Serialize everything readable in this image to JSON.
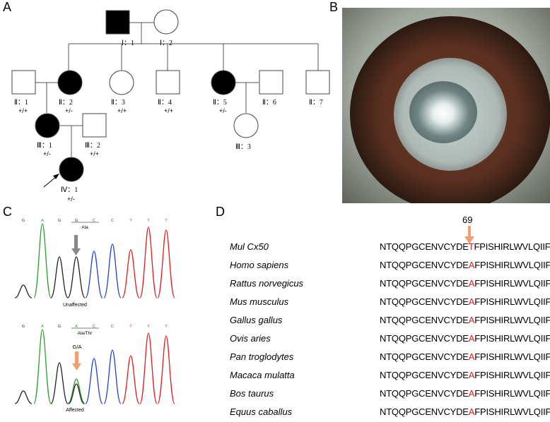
{
  "panels": {
    "a": "A",
    "b": "B",
    "c": "C",
    "d": "D"
  },
  "pedigree": {
    "I1": "Ⅰ：1",
    "I2": "Ⅰ：2",
    "II1": "Ⅱ：1",
    "II1g": "+/+",
    "II2": "Ⅱ：2",
    "II2g": "+/-",
    "II3": "Ⅱ：3",
    "II3g": "+/+",
    "II4": "Ⅱ：4",
    "II4g": "+/+",
    "II5": "Ⅱ：5",
    "II5g": "+/-",
    "II6": "Ⅱ：6",
    "II7": "Ⅱ：7",
    "III1": "Ⅲ：1",
    "III1g": "+/-",
    "III2": "Ⅲ：2",
    "III2g": "+/+",
    "III3": "Ⅲ：3",
    "IV1": "Ⅳ：1",
    "IV1g": "+/-"
  },
  "chromatogram": {
    "top_bases": [
      "G",
      "A",
      "G",
      "G",
      "C",
      "C",
      "T",
      "T",
      "T"
    ],
    "top_codon": "Ala",
    "top_caption": "Unaffected",
    "bottom_bases": [
      "G",
      "A",
      "G",
      "A",
      "C",
      "C",
      "T",
      "T",
      "T"
    ],
    "bottom_codon": "Ala/Thr",
    "bottom_marker": "G/A",
    "bottom_caption": "Affected",
    "colors": {
      "G": "#222222",
      "A": "#2ca02c",
      "C": "#1f3fdd",
      "T": "#e41a1c"
    }
  },
  "alignment": {
    "position_label": "69",
    "rows": [
      {
        "species": "Mul Cx50",
        "pre": "NTQQPGCENVCYDE",
        "aa": "T",
        "post": "FPISHIRLWVLQIIF"
      },
      {
        "species": "Homo sapiens",
        "pre": "NTQQPGCENVCYDE",
        "aa": "A",
        "post": "FPISHIRLWVLQIIF"
      },
      {
        "species": "Rattus norvegicus",
        "pre": "NTQQPGCENVCYDE",
        "aa": "A",
        "post": "FPISHIRLWVLQIIF"
      },
      {
        "species": "Mus musculus",
        "pre": "NTQQPGCENVCYDE",
        "aa": "A",
        "post": "FPISHIRLWVLQIIF"
      },
      {
        "species": "Gallus gallus",
        "pre": "NTQQPGCENVCYDE",
        "aa": "A",
        "post": "FPISHIRLWVLQIIF"
      },
      {
        "species": "Ovis aries",
        "pre": "NTQQPGCENVCYDE",
        "aa": "A",
        "post": "FPISHIRLWVLQIIF"
      },
      {
        "species": "Pan troglodytes",
        "pre": "NTQQPGCENVCYDE",
        "aa": "A",
        "post": "FPISHIRLWVLQIIF"
      },
      {
        "species": "Macaca mulatta",
        "pre": "NTQQPGCENVCYDE",
        "aa": "A",
        "post": "FPISHIRLWVLQIIF"
      },
      {
        "species": "Bos taurus",
        "pre": "NTQQPGCENVCYDE",
        "aa": "A",
        "post": "FPISHIRLWVLQIIF"
      },
      {
        "species": "Equus caballus",
        "pre": "NTQQPGCENVCYDE",
        "aa": "A",
        "post": "FPISHIRLWVLQIIF"
      }
    ]
  }
}
